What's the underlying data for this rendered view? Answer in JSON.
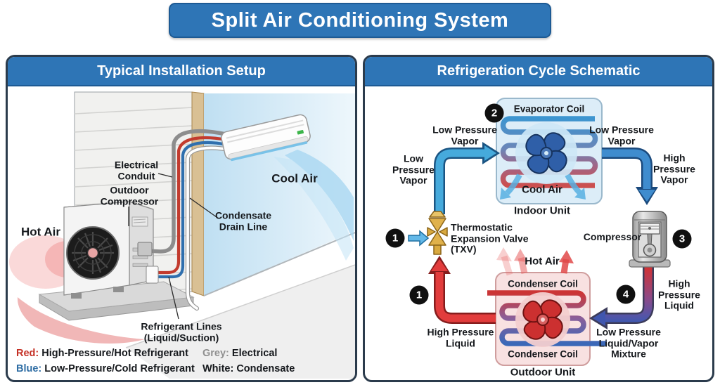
{
  "title": "Split Air Conditioning System",
  "colors": {
    "header_blue": "#2e75b6",
    "legend_red": "#c43025",
    "legend_blue": "#2e6da4",
    "legend_grey": "#8f8f8f",
    "arrow_blue": "#46aadc",
    "arrow_red": "#e23c3c",
    "evaporator_box": "#dcedf8",
    "condenser_box": "#f8e1e1"
  },
  "left_panel": {
    "header": "Typical Installation Setup",
    "labels": {
      "electrical_conduit": "Electrical\nConduit",
      "outdoor_compressor": "Outdoor\nCompressor",
      "condensate_drain": "Condensate\nDrain Line",
      "cool_air": "Cool Air",
      "hot_air": "Hot Air",
      "refrigerant_lines": "Refrigerant Lines\n(Liquid/Suction)"
    },
    "legend": [
      {
        "key": "Red:",
        "text": "High-Pressure/Hot Refrigerant",
        "color": "#c43025"
      },
      {
        "key": "Blue:",
        "text": "Low-Pressure/Cold Refrigerant",
        "color": "#2e6da4"
      },
      {
        "key": "Grey:",
        "text": "Electrical",
        "color": "#8f8f8f"
      },
      {
        "key": "White:",
        "text": "Condensate",
        "color": "#15181c"
      }
    ]
  },
  "right_panel": {
    "header": "Refrigeration Cycle Schematic",
    "components": {
      "evaporator": "Evaporator Coil",
      "indoor_unit": "Indoor Unit",
      "cool_air": "Cool Air",
      "condenser_top": "Condenser Coil",
      "condenser_bottom": "Condenser Coil",
      "outdoor_unit": "Outdoor Unit",
      "hot_air": "Hot Air",
      "compressor": "Compressor",
      "txv": "Thermostatic\nExpansion Valve\n(TXV)"
    },
    "flow_labels": {
      "lp_vapor_vert": "Low\nPressure\nVapor",
      "lp_vapor_to_evap": "Low Pressure\nVapor",
      "lp_vapor_from_evap": "Low Pressure\nVapor",
      "hp_vapor": "High\nPressure\nVapor",
      "hp_liquid_right": "High\nPressure\nLiquid",
      "lp_mixture": "Low Pressure\nLiquid/Vapor\nMixture",
      "hp_liquid_bottom": "High Pressure\nLiquid"
    },
    "badges": {
      "b1a": "1",
      "b1b": "1",
      "b2": "2",
      "b3": "3",
      "b4": "4"
    }
  }
}
